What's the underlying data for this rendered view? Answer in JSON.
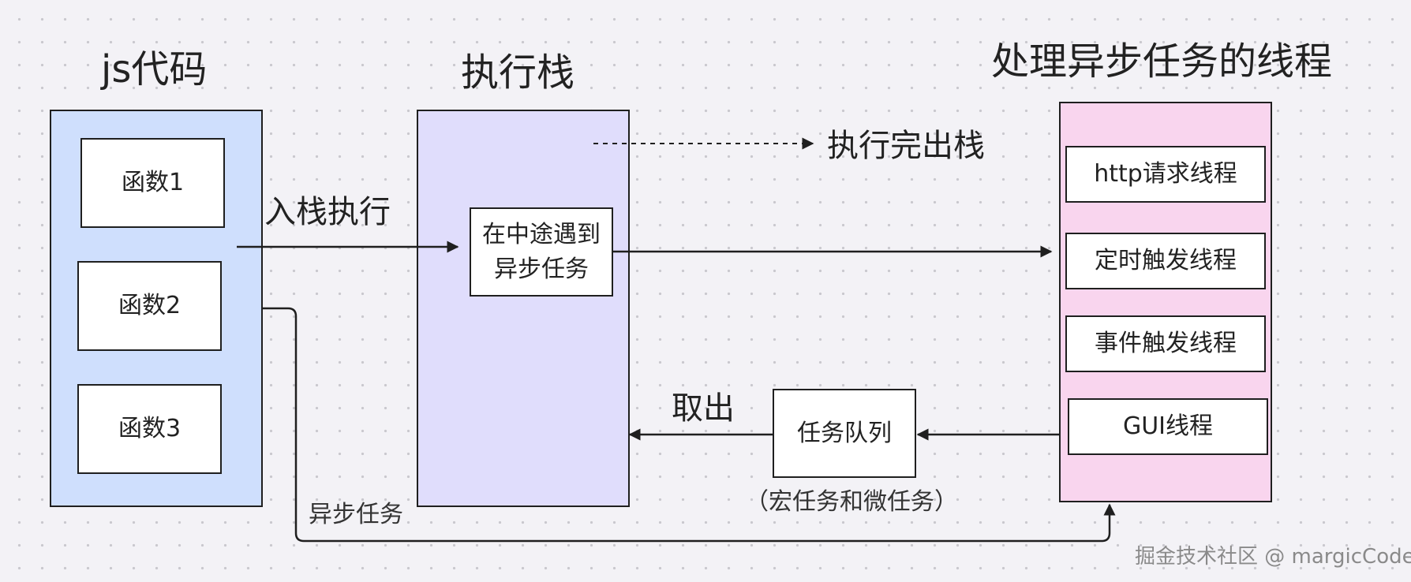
{
  "headings": {
    "js_code": "js代码",
    "exec_stack": "执行栈",
    "async_threads": "处理异步任务的线程"
  },
  "js_code_panel": {
    "fill": "#cfdffd",
    "functions": [
      "函数1",
      "函数2",
      "函数3"
    ]
  },
  "exec_stack_panel": {
    "fill": "#e0ddfc",
    "encounter_async": "在中途遇到\n异步任务"
  },
  "thread_panel": {
    "fill": "#f9d5ee",
    "threads": [
      "http请求线程",
      "定时触发线程",
      "事件触发线程",
      "GUI线程"
    ]
  },
  "labels": {
    "push_execute": "入栈执行",
    "pop_after_exec": "执行完出栈",
    "take_out": "取出",
    "async_task": "异步任务",
    "macro_micro": "（宏任务和微任务）"
  },
  "task_queue": "任务队列",
  "watermark": "掘金技术社区 @ margicCode"
}
